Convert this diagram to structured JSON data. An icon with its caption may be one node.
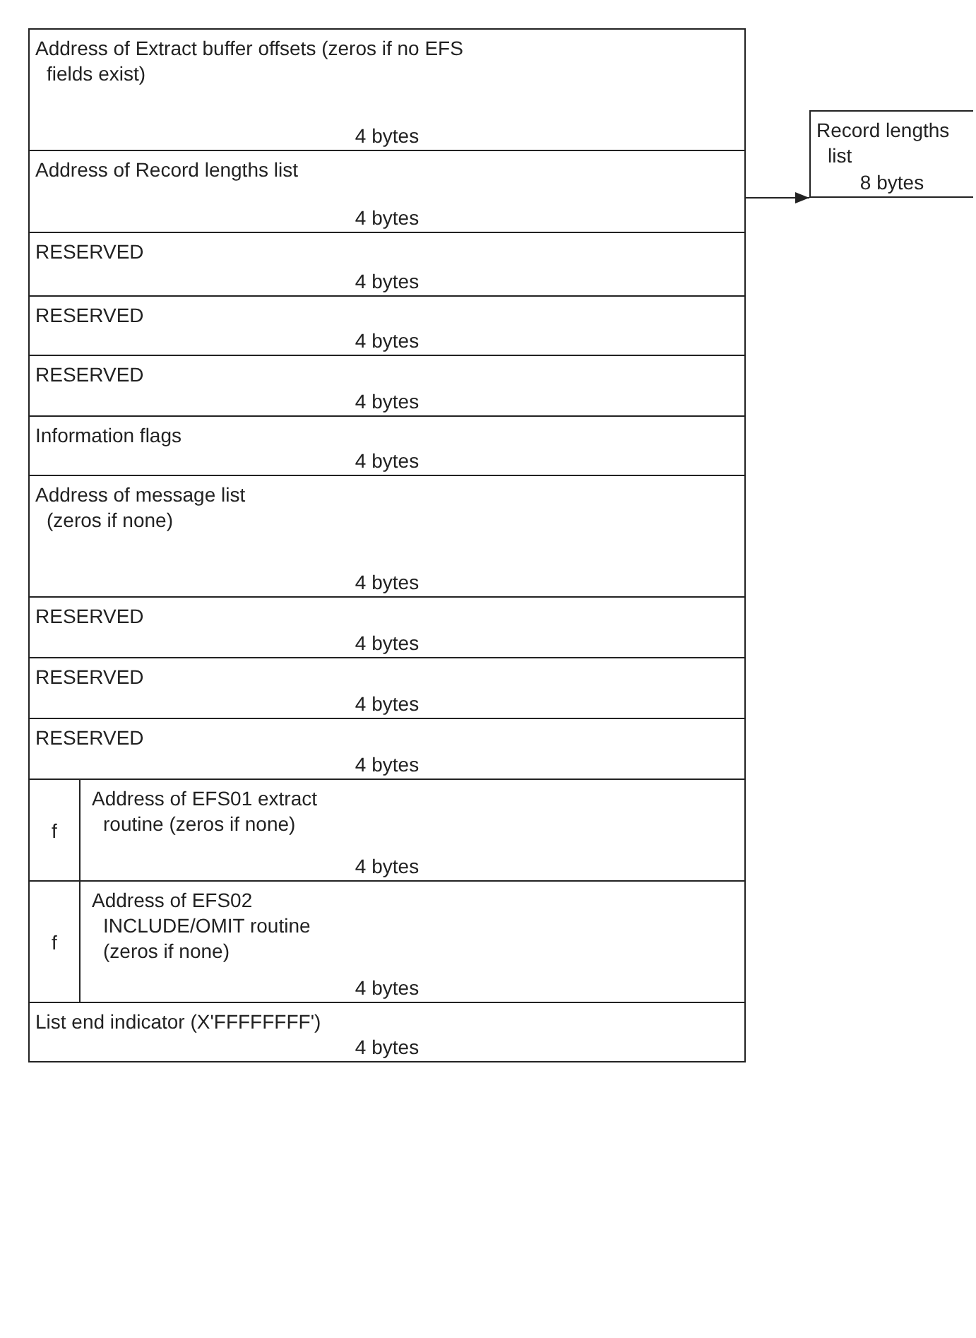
{
  "diagram": {
    "nodes": [
      {
        "text": [
          "Address of Extract buffer offsets (zeros if no EFS fields exist)",
          "4 bytes"
        ]
      },
      {
        "text": [
          "Address of Record lengths list",
          "4 bytes"
        ]
      },
      {
        "text": [
          "RESERVED",
          "4 bytes"
        ]
      },
      {
        "text": [
          "RESERVED",
          "4 bytes"
        ]
      },
      {
        "text": [
          "RESERVED",
          "4 bytes"
        ]
      },
      {
        "text": [
          "Information flags",
          "4 bytes"
        ]
      },
      {
        "text": [
          "Address of message list (zeros if none)",
          "4 bytes"
        ]
      },
      {
        "text": [
          "RESERVED",
          "4 bytes"
        ]
      },
      {
        "text": [
          "RESERVED",
          "4 bytes"
        ]
      },
      {
        "text": [
          "RESERVED",
          "4 bytes"
        ]
      },
      {
        "text": [
          "f",
          "Address of EFS01 extract routine (zeros if none)",
          "4 bytes"
        ]
      },
      {
        "text": [
          "f",
          "Address of EFS02 INCLUDE/OMIT routine (zeros if none)",
          "4 bytes"
        ]
      },
      {
        "text": [
          "List end indicator (X'FFFFFFFF')",
          "4 bytes"
        ]
      },
      {
        "text": [
          "Record lengths list",
          "8 bytes"
        ]
      }
    ],
    "edges": [
      {
        "from": 1,
        "to": 13,
        "arrow": "to"
      }
    ]
  }
}
